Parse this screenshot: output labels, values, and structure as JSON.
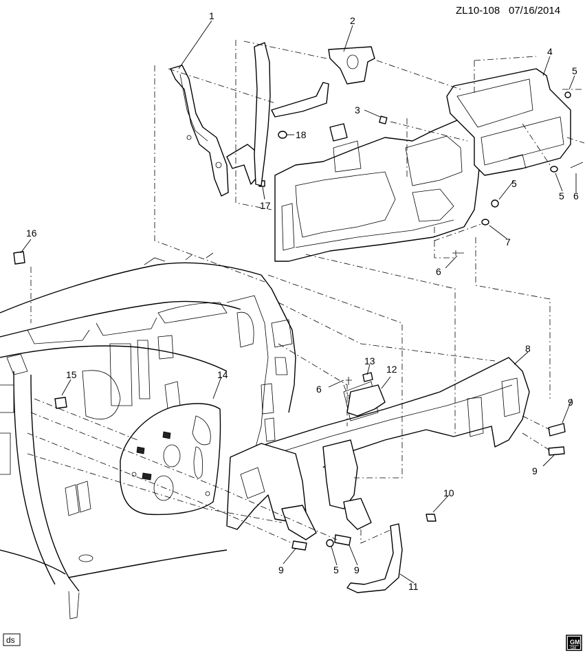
{
  "header": {
    "code": "ZL10-108",
    "date": "07/16/2014"
  },
  "footer": {
    "stamp": "ds",
    "logo_top": "GM",
    "logo_bottom": "GM"
  },
  "callouts": {
    "c1": "1",
    "c2": "2",
    "c3": "3",
    "c4": "4",
    "c5a": "5",
    "c5b": "5",
    "c5c": "5",
    "c5d": "5",
    "c6a": "6",
    "c6b": "6",
    "c6c": "6",
    "c7": "7",
    "c8": "8",
    "c9a": "9",
    "c9b": "9",
    "c9c": "9",
    "c9d": "9",
    "c10": "10",
    "c11": "11",
    "c12": "12",
    "c13": "13",
    "c14": "14",
    "c15": "15",
    "c16": "16",
    "c17": "17",
    "c18": "18"
  }
}
